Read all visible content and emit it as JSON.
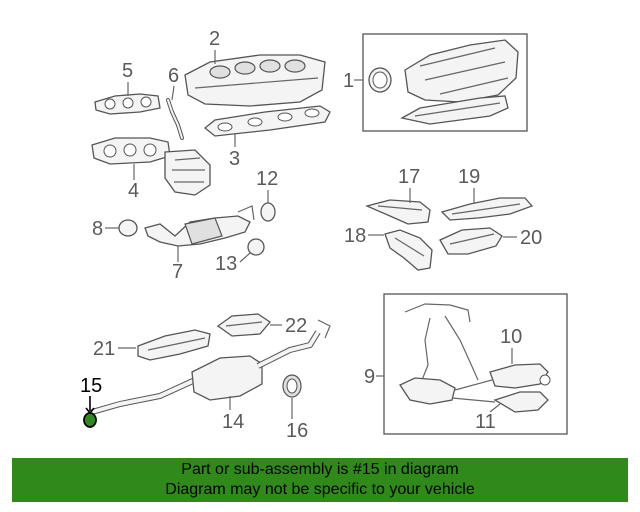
{
  "diagram": {
    "callouts": {
      "c1": "1",
      "c2": "2",
      "c3": "3",
      "c4": "4",
      "c5": "5",
      "c6": "6",
      "c7": "7",
      "c8": "8",
      "c9": "9",
      "c10": "10",
      "c11": "11",
      "c12": "12",
      "c13": "13",
      "c14": "14",
      "c15": "15",
      "c16": "16",
      "c17": "17",
      "c18": "18",
      "c19": "19",
      "c20": "20",
      "c21": "21",
      "c22": "22"
    },
    "highlight_color": "#2f8a1a"
  },
  "footer": {
    "line1": "Part or sub-assembly is #15 in diagram",
    "line2": "Diagram may not be specific to your vehicle",
    "background": "#2f8a1a"
  }
}
